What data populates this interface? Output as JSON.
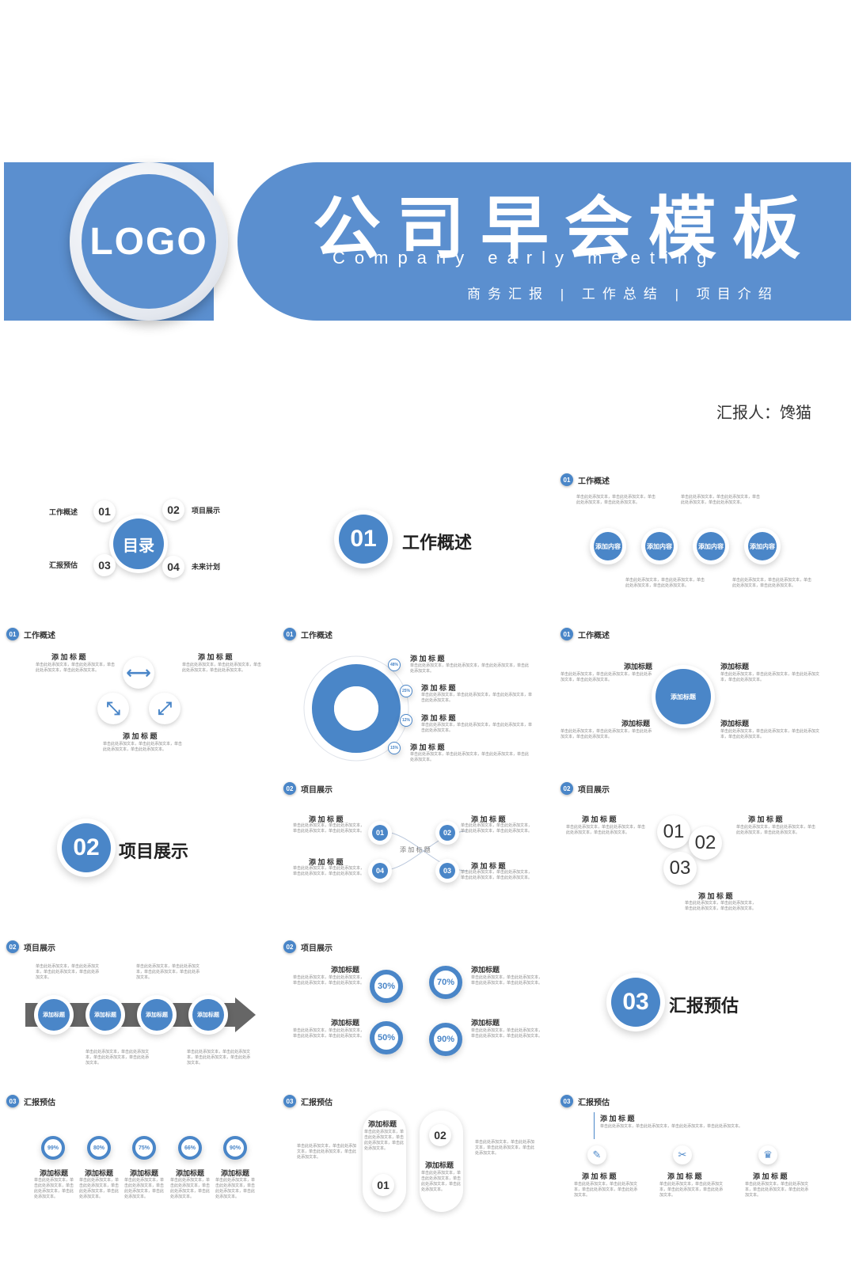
{
  "banner": {
    "logo": "LOGO",
    "title": "公司早会模板",
    "subtitle": "Company early meeting",
    "tagline": "商务汇报 | 工作总结 | 项目介绍",
    "reporter": "汇报人：馋猫"
  },
  "toc": {
    "center": "目录",
    "items": [
      {
        "num": "01",
        "label": "工作概述"
      },
      {
        "num": "02",
        "label": "项目展示"
      },
      {
        "num": "03",
        "label": "汇报预估"
      },
      {
        "num": "04",
        "label": "未来计划"
      }
    ]
  },
  "sections": [
    {
      "num": "01",
      "label": "工作概述"
    },
    {
      "num": "02",
      "label": "项目展示"
    },
    {
      "num": "03",
      "label": "汇报预估"
    }
  ],
  "headers": {
    "s1": {
      "num": "01",
      "label": "工作概述"
    },
    "s2": {
      "num": "02",
      "label": "项目展示"
    },
    "s3": {
      "num": "03",
      "label": "汇报预估"
    }
  },
  "common": {
    "add_title": "添加标题",
    "add_title_spaced": "添 加 标 题",
    "add_content": "添加内容",
    "body_text": "单击此处添加文本，单击此处添加文本，单击此处添加文本，单击此处添加文本。"
  },
  "donut_percents": [
    "48%",
    "25%",
    "12%",
    "15%"
  ],
  "ring_percents": [
    "30%",
    "70%",
    "50%",
    "90%"
  ],
  "small_rings": [
    "99%",
    "80%",
    "75%",
    "66%",
    "90%"
  ],
  "nums4": [
    "01",
    "02",
    "03",
    "04"
  ]
}
